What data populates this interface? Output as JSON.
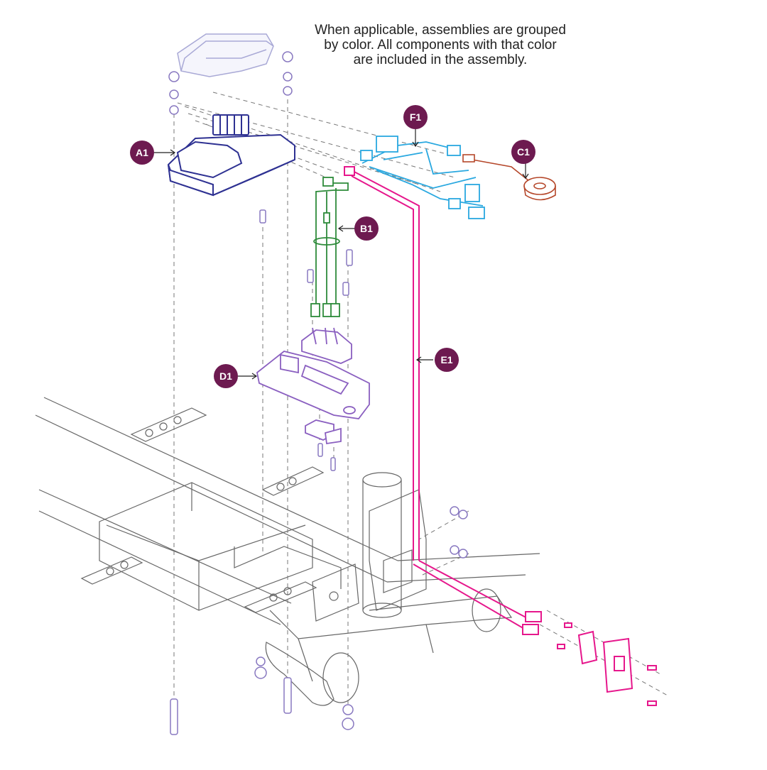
{
  "note": {
    "lines": [
      "When applicable, assemblies are grouped",
      "by color. All components with that color",
      "are included in the assembly."
    ]
  },
  "callouts": {
    "a1": "A1",
    "b1": "B1",
    "c1": "C1",
    "d1": "D1",
    "e1": "E1",
    "f1": "F1"
  },
  "colors": {
    "callout": "#6d1a50",
    "controller_a1": "#2e3192",
    "harness_b1": "#2e8b3a",
    "brake_c1": "#b5472a",
    "bracket_d1": "#8a5fc0",
    "harness_e1": "#e6178c",
    "harness_f1": "#29a8e0",
    "cover": "#a9a9d6",
    "frame": "#555555",
    "hardware": "#8878c0"
  }
}
